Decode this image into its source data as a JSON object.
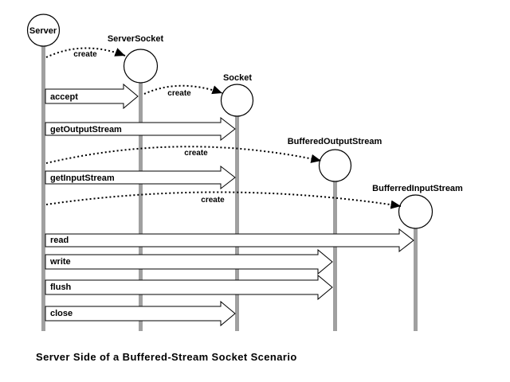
{
  "objects": [
    {
      "id": "server",
      "label": "Server"
    },
    {
      "id": "serversocket",
      "label": "ServerSocket"
    },
    {
      "id": "socket",
      "label": "Socket"
    },
    {
      "id": "bos",
      "label": "BufferedOutputStream"
    },
    {
      "id": "bis",
      "label": "BufferredInputStream"
    }
  ],
  "messages": [
    {
      "label": "create",
      "kind": "create",
      "target": "serversocket"
    },
    {
      "label": "accept",
      "kind": "call",
      "target": "serversocket"
    },
    {
      "label": "create",
      "kind": "create",
      "target": "socket"
    },
    {
      "label": "getOutputStream",
      "kind": "call",
      "target": "socket"
    },
    {
      "label": "create",
      "kind": "create",
      "target": "bos"
    },
    {
      "label": "getInputStream",
      "kind": "call",
      "target": "socket"
    },
    {
      "label": "create",
      "kind": "create",
      "target": "bis"
    },
    {
      "label": "read",
      "kind": "call",
      "target": "bis"
    },
    {
      "label": "write",
      "kind": "call",
      "target": "bos"
    },
    {
      "label": "flush",
      "kind": "call",
      "target": "bos"
    },
    {
      "label": "close",
      "kind": "call",
      "target": "socket"
    }
  ],
  "caption": "Server Side of a Buffered-Stream Socket Scenario",
  "colors": {
    "lifeline": "#a0a0a0",
    "stroke": "#000000",
    "background": "#ffffff"
  }
}
